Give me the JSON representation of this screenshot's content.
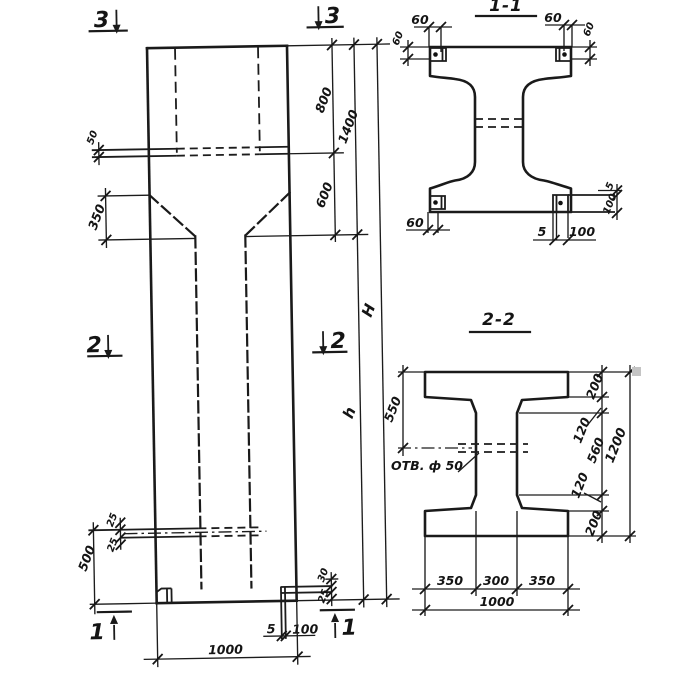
{
  "elevation": {
    "markers": {
      "m3l": "3",
      "m3r": "3",
      "m2l": "2",
      "m2r": "2",
      "m1l": "1",
      "m1r": "1"
    },
    "dims": {
      "ledge_plate": "50",
      "top_to_ledge": "800",
      "cap_total": "1400",
      "ledge_to_taper": "600",
      "taper_height": "350",
      "full_height": "H",
      "lower_height": "h",
      "hole_offset_top": "25",
      "hole_offset_bottom": "25",
      "hole_to_base": "500",
      "base_plate_top": "30",
      "base_plate_bottom": "25",
      "base_plate_gap": "5",
      "base_plate_width": "100",
      "base_width": "1000"
    }
  },
  "section_1_1": {
    "title": "1-1",
    "dims": {
      "plate_offset_top_left": "60",
      "plate_height_top_left": "60",
      "plate_offset_top_right": "60",
      "plate_height_top_right": "60",
      "plate_offset_bottom_left": "60",
      "channel_gap_right": "5",
      "channel_height_right": "100",
      "channel_gap_bottom": "5",
      "channel_width_bottom": "100"
    }
  },
  "section_2_2": {
    "title": "2-2",
    "hole_label": "ОТВ. ф 50",
    "dims": {
      "top_to_hole": "550",
      "flange_tip_top": "200",
      "flange_slope_top": "120",
      "web_clear": "560",
      "flange_slope_bottom": "120",
      "flange_tip_bottom": "200",
      "total_height": "1200",
      "flange_left": "350",
      "web_width": "300",
      "flange_right": "350",
      "total_width": "1000"
    }
  }
}
